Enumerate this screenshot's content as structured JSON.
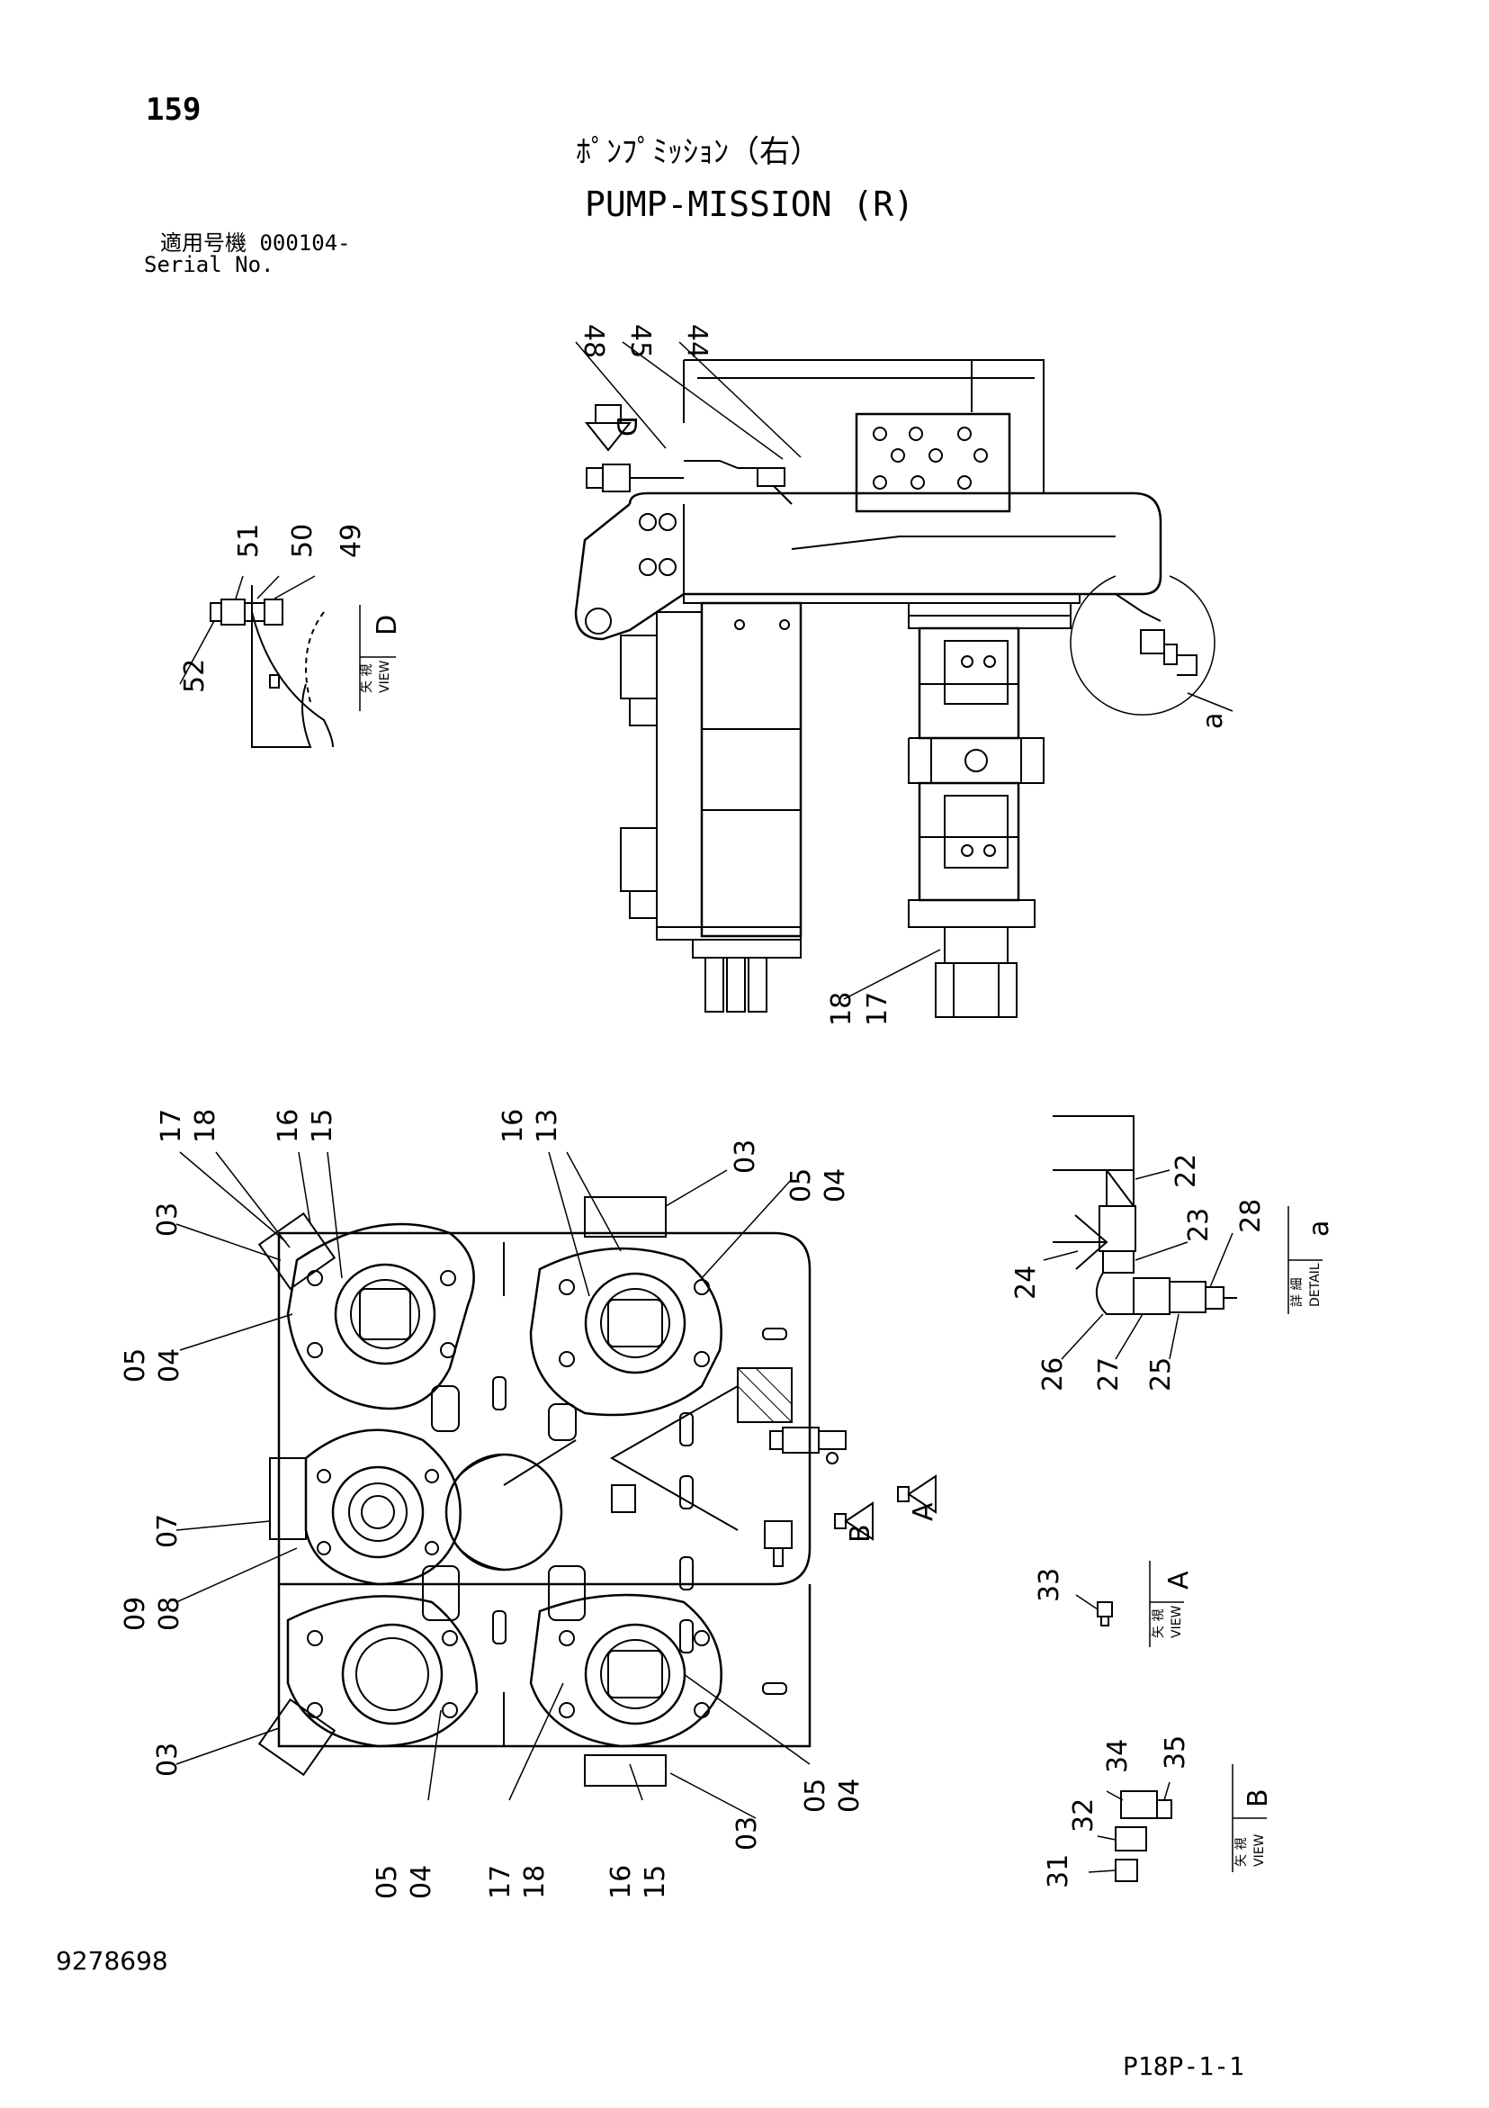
{
  "header": {
    "page_number": "159",
    "title_jp": "ﾎﾟﾝﾌﾟﾐｯｼｮﾝ（右）",
    "title_en": "PUMP-MISSION (R)",
    "serial_label_jp": "適用号機  000104-",
    "serial_label_en": "Serial No."
  },
  "footer": {
    "document_number": "9278698",
    "sheet_code": "P18P-1-1"
  },
  "views": {
    "view_d": {
      "kanji": "矢 視",
      "label": "VIEW",
      "letter": "D"
    },
    "view_a": {
      "kanji": "矢 視",
      "label": "VIEW",
      "letter": "A"
    },
    "view_b": {
      "kanji": "矢 視",
      "label": "VIEW",
      "letter": "B"
    },
    "detail_a": {
      "kanji": "詳 細",
      "label": "DETAIL",
      "letter": "a"
    },
    "detail_circle_letter": "a",
    "arrow_d": "D",
    "arrow_a": "A",
    "arrow_b": "B"
  },
  "callouts": {
    "top": [
      "48",
      "45",
      "44",
      "18",
      "17"
    ],
    "view_d": [
      "51",
      "50",
      "49",
      "52"
    ],
    "left": [
      "17",
      "18",
      "16",
      "15",
      "03",
      "05",
      "04",
      "07",
      "09",
      "08",
      "03"
    ],
    "bottom_main": [
      "05",
      "04",
      "17",
      "18",
      "16",
      "15"
    ],
    "right_main": [
      "16",
      "13",
      "03",
      "05",
      "04",
      "05",
      "04",
      "03"
    ],
    "detail_a": [
      "22",
      "23",
      "28",
      "24",
      "26",
      "27",
      "25"
    ],
    "view_a": [
      "33"
    ],
    "view_b": [
      "34",
      "35",
      "32",
      "31"
    ]
  }
}
